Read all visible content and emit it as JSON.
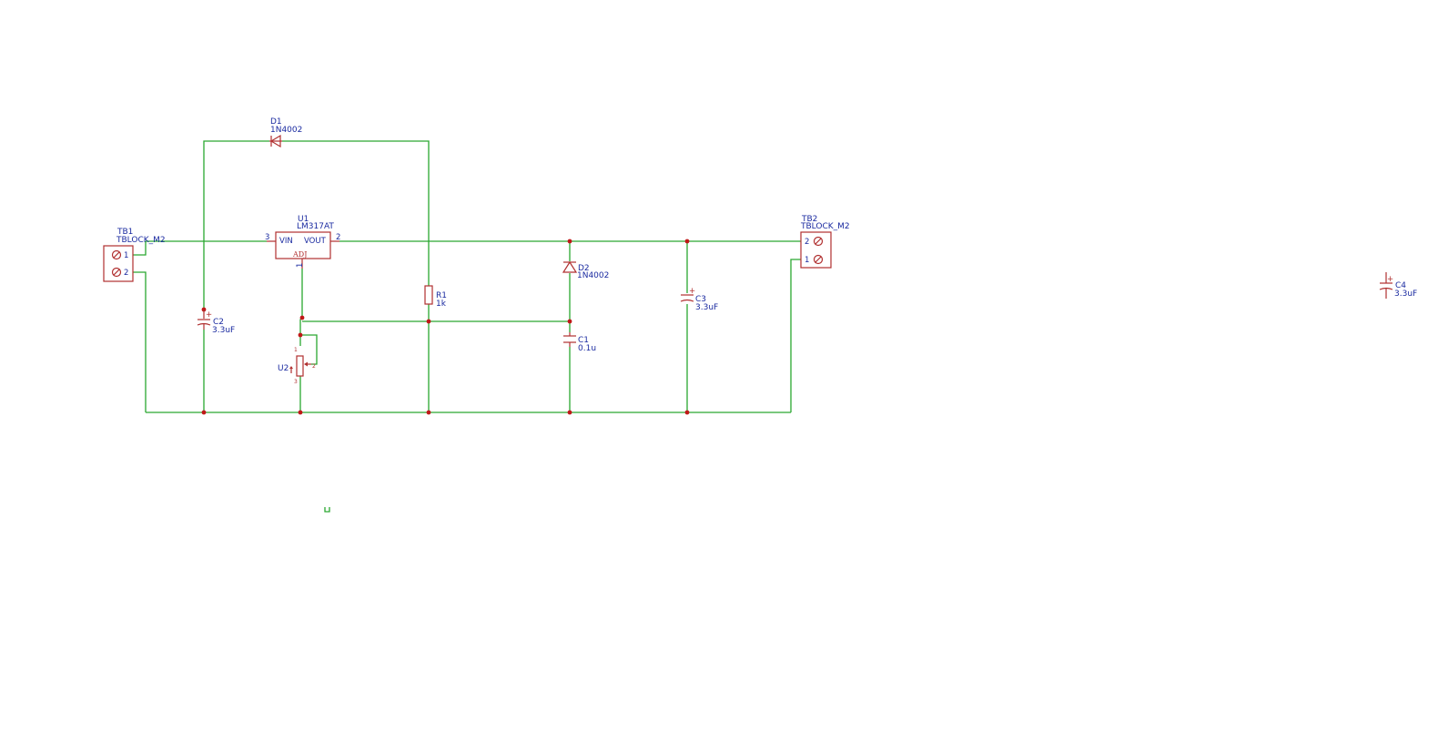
{
  "schematic": {
    "components": {
      "tb1": {
        "ref": "TB1",
        "value": "TBLOCK_M2",
        "pin1": "1",
        "pin2": "2"
      },
      "tb2": {
        "ref": "TB2",
        "value": "TBLOCK_M2",
        "pin1": "1",
        "pin2": "2"
      },
      "u1": {
        "ref": "U1",
        "value": "LM317AT",
        "pin_vin": "VIN",
        "pin_vout": "VOUT",
        "pin_adj": "ADJ",
        "pin3": "3",
        "pin2": "2",
        "pin1": "1"
      },
      "u2": {
        "ref": "U2"
      },
      "d1": {
        "ref": "D1",
        "value": "1N4002"
      },
      "d2": {
        "ref": "D2",
        "value": "1N4002"
      },
      "r1": {
        "ref": "R1",
        "value": "1k"
      },
      "c1": {
        "ref": "C1",
        "value": "0.1u"
      },
      "c2": {
        "ref": "C2",
        "value": "3.3uF"
      },
      "c3": {
        "ref": "C3",
        "value": "3.3uF"
      },
      "c4": {
        "ref": "C4",
        "value": "3.3uF"
      }
    },
    "colors": {
      "wire": "#2aa830",
      "component": "#b03030",
      "junction": "#c01818",
      "label": "#1a2aa0",
      "background": "#ffffff"
    }
  }
}
